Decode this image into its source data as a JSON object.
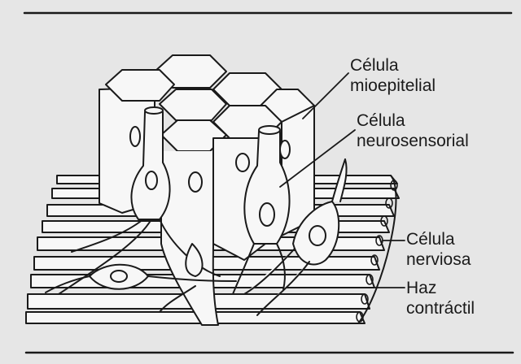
{
  "labels": {
    "mioepitelial": {
      "line1": "Célula",
      "line2": "mioepitelial"
    },
    "neurosensorial": {
      "line1": "Célula",
      "line2": "neurosensorial"
    },
    "nerviosa": {
      "line1": "Célula",
      "line2": "nerviosa"
    },
    "haz": {
      "line1": "Haz",
      "line2": "contráctil"
    }
  },
  "colors": {
    "background": "#e6e6e6",
    "ink": "#1a1a1a",
    "paper": "#f7f7f7"
  }
}
